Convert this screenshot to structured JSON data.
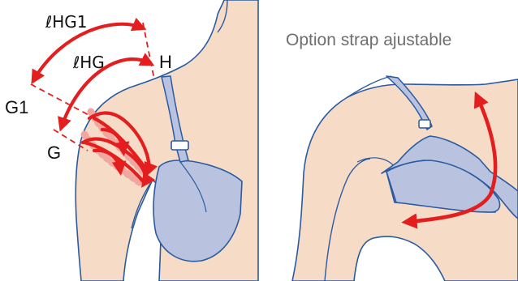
{
  "labels": {
    "l_hg1": "ℓHG1",
    "l_hg": "ℓHG",
    "h": "H",
    "g1": "G1",
    "g": "G"
  },
  "option_text": "Option strap ajustable",
  "colors": {
    "skin": "#f6dcc6",
    "outline": "#2a5aa0",
    "bra": "#b9c3e0",
    "arrow": "#e41e1f",
    "band": "#f0a7a0",
    "dash": "#e41e1f"
  },
  "icons": {
    "measure_arrows": "curved-double-arrow-icon",
    "adjust_arrow": "curved-arrow-icon"
  }
}
